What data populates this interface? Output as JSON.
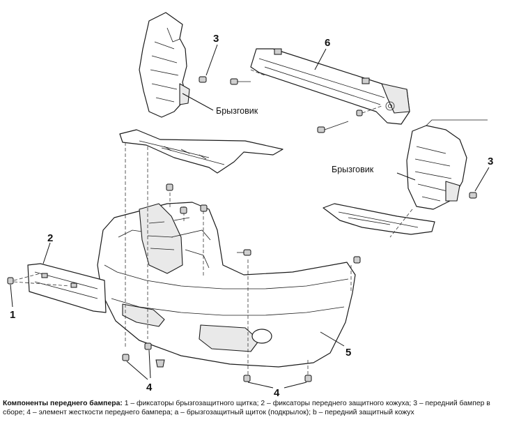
{
  "labels": {
    "n1": "1",
    "n2": "2",
    "n3a": "3",
    "n3b": "3",
    "n4a": "4",
    "n4b": "4",
    "n5": "5",
    "n6": "6",
    "splash_left": "Брызговик",
    "splash_right": "Брызговик"
  },
  "caption": {
    "title": "Компоненты переднего бампера:",
    "text": " 1 – фиксаторы брызгозащитного щитка; 2 – фиксаторы переднего защитного кожуха; 3 – передний бампер в сборе; 4 – элемент жесткости переднего бампера; a – брызгозащитный щиток (подкрылок); b – передний защитный кожух"
  }
}
